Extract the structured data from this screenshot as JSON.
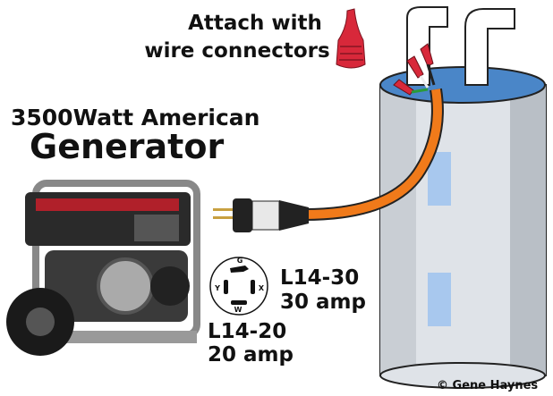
{
  "callout": {
    "line1": "Attach with",
    "line2": "wire connectors"
  },
  "title": {
    "line1": "3500Watt American",
    "line2": "Generator"
  },
  "receptacle": {
    "pins": {
      "g": "G",
      "x": "X",
      "y": "Y",
      "w": "W"
    },
    "primary_model": "L14-30",
    "primary_rating": "30 amp",
    "alt_model": "L14-20",
    "alt_rating": "20 amp"
  },
  "credit": "© Gene Haynes",
  "colors": {
    "cord": "#f07a1a",
    "heater": "#d8dde2",
    "heater_top": "#4a86c8",
    "connector": "#d8283a",
    "window": "#a8c8ee"
  }
}
